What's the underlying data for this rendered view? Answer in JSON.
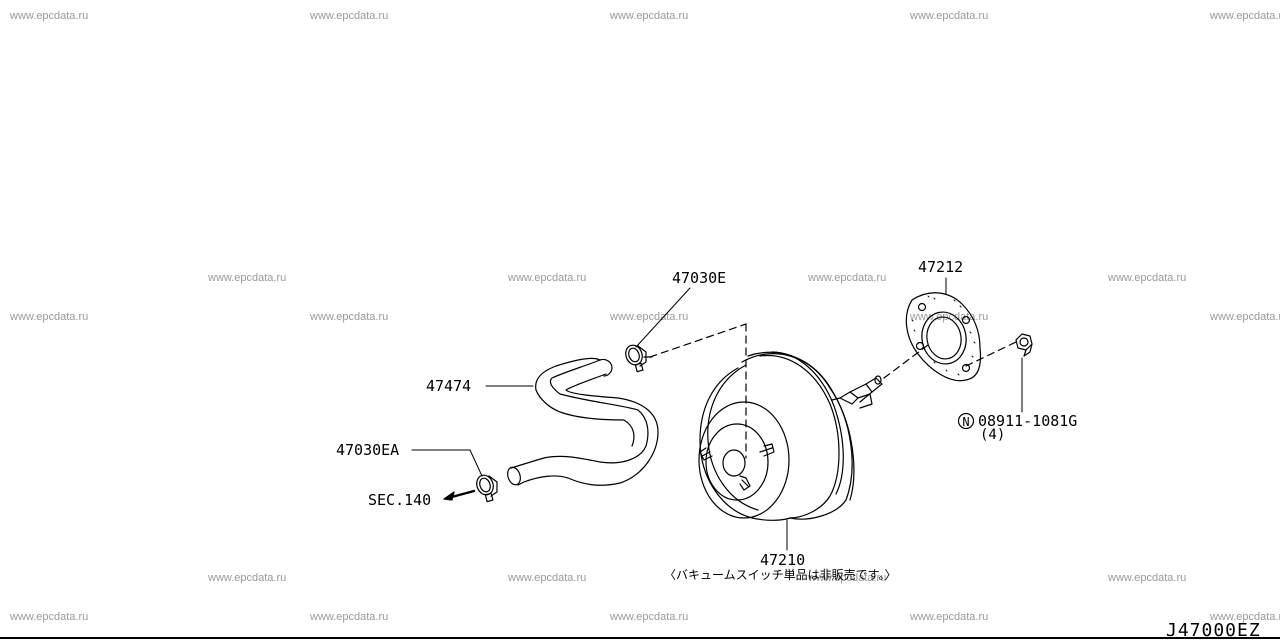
{
  "watermark": "www.epcdata.ru",
  "parts": {
    "clamp_top": "47030E",
    "hose": "47474",
    "clamp_bottom": "47030EA",
    "booster": "47210",
    "gasket": "47212",
    "nut_code": "08911-1081G",
    "nut_qty": "(4)",
    "nut_symbol": "N",
    "section_ref": "SEC.140"
  },
  "note": "〈バキュームスイッチ単品は非販売です。〉",
  "diagram_code": "J47000EZ"
}
